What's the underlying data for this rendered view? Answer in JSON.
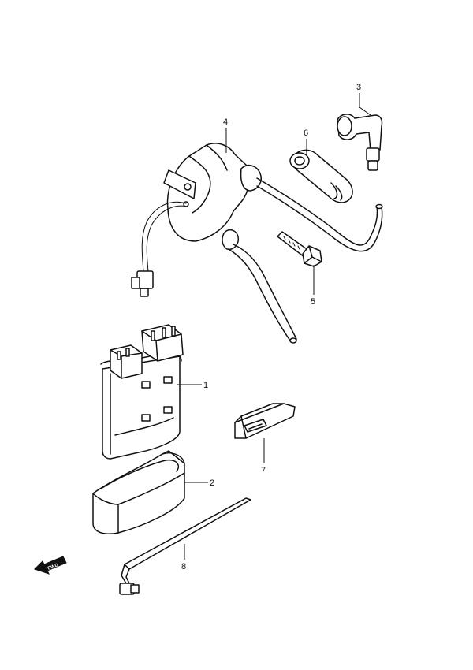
{
  "callouts": [
    {
      "id": "1",
      "label": "1"
    },
    {
      "id": "2",
      "label": "2"
    },
    {
      "id": "3",
      "label": "3"
    },
    {
      "id": "4",
      "label": "4"
    },
    {
      "id": "5",
      "label": "5"
    },
    {
      "id": "6",
      "label": "6"
    },
    {
      "id": "7",
      "label": "7"
    },
    {
      "id": "8",
      "label": "8"
    }
  ],
  "direction_arrow": {
    "label": "FWD",
    "icon": "forward-arrow-icon"
  }
}
